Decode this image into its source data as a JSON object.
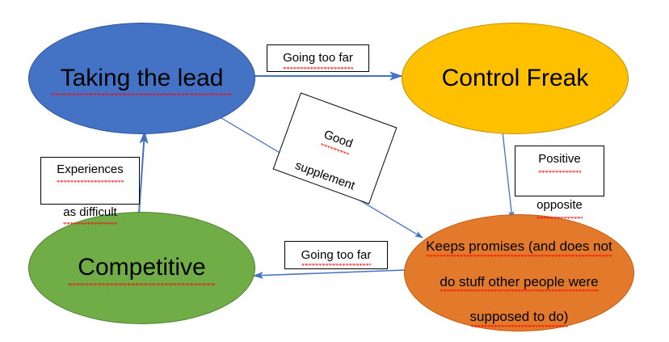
{
  "diagram": {
    "title": "Taking the lead / Control Freak / Competitive behaviour map",
    "background_color": "#FFFFFF",
    "arrow_color": "#4472C4",
    "spellcheck_underline_color": "#FF0000",
    "nodes": [
      {
        "id": "taking-the-lead",
        "label": "Taking the lead",
        "fill": "#4472C4",
        "stroke": "#2F5597",
        "text_color": "#000000",
        "spellchecked": true
      },
      {
        "id": "control-freak",
        "label": "Control Freak",
        "fill": "#FFC000",
        "stroke": "#BF9000",
        "text_color": "#000000",
        "spellchecked": false
      },
      {
        "id": "competitive",
        "label": "Competitive",
        "fill": "#70AD47",
        "stroke": "#548235",
        "text_color": "#000000",
        "spellchecked": true
      },
      {
        "id": "keeps-promises",
        "label": "Keeps promises (and does not do stuff other people were supposed to do)",
        "line1": "Keeps promises (and does not",
        "line2": "do stuff other people were",
        "line3": "supposed to do)",
        "fill": "#E2792B",
        "stroke": "#C55A11",
        "text_color": "#000000",
        "spellchecked": true
      }
    ],
    "edge_labels": [
      {
        "id": "going-too-far-top",
        "text": "Going too far",
        "from": "taking-the-lead",
        "to": "control-freak",
        "rotation_deg": 0,
        "spellchecked": true
      },
      {
        "id": "good-supplement",
        "text": "Good\nsupplement",
        "line1": "Good",
        "line2": "supplement",
        "from": "taking-the-lead",
        "to": "keeps-promises",
        "rotation_deg": 20,
        "spellchecked": true
      },
      {
        "id": "positive-opposite",
        "text": "Positive\nopposite",
        "line1": "Positive",
        "line2": "opposite",
        "from": "control-freak",
        "to": "keeps-promises",
        "rotation_deg": 0,
        "spellchecked": true
      },
      {
        "id": "experiences-as-difficult",
        "text": "Experiences\nas difficult",
        "line1": "Experiences",
        "line2": "as difficult",
        "from": "competitive",
        "to": "taking-the-lead",
        "rotation_deg": 0,
        "spellchecked": true
      },
      {
        "id": "going-too-far-bottom",
        "text": "Going too far",
        "from": "keeps-promises",
        "to": "competitive",
        "rotation_deg": 0,
        "spellchecked": true
      }
    ],
    "edges": [
      {
        "id": "edge-lead-to-freak",
        "from": "taking-the-lead",
        "to": "control-freak",
        "label": "Going too far"
      },
      {
        "id": "edge-lead-to-keeps",
        "from": "taking-the-lead",
        "to": "keeps-promises",
        "label": "Good supplement"
      },
      {
        "id": "edge-freak-to-keeps",
        "from": "control-freak",
        "to": "keeps-promises",
        "label": "Positive opposite"
      },
      {
        "id": "edge-competitive-to-lead",
        "from": "competitive",
        "to": "taking-the-lead",
        "label": "Experiences as difficult"
      },
      {
        "id": "edge-keeps-to-competitive",
        "from": "keeps-promises",
        "to": "competitive",
        "label": "Going too far"
      }
    ]
  }
}
